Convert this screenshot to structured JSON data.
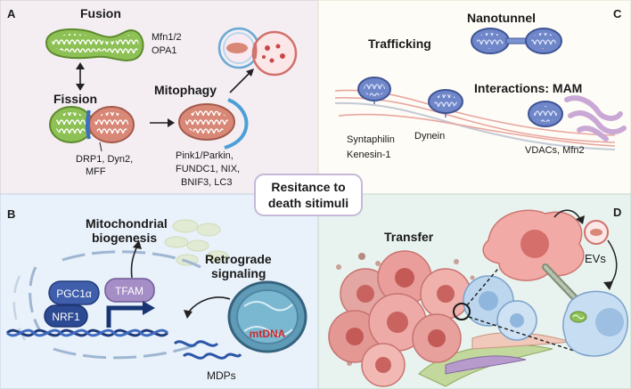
{
  "panels": {
    "a": {
      "letter": "A",
      "fusion": "Fusion",
      "fusion_genes": [
        "Mfn1/2",
        "OPA1"
      ],
      "fission": "Fission",
      "fission_genes": [
        "DRP1, Dyn2,",
        "MFF"
      ],
      "mitophagy": "Mitophagy",
      "mitophagy_genes": [
        "Pink1/Parkin,",
        "FUNDC1, NIX,",
        "BNIF3, LC3"
      ]
    },
    "b": {
      "letter": "B",
      "biogenesis": [
        "Mitochondrial",
        "biogenesis"
      ],
      "pgc": "PGC1α",
      "nrf": "NRF1",
      "tfam": "TFAM",
      "retrograde": [
        "Retrograde",
        "signaling"
      ],
      "mtdna": "mtDNA",
      "mdps": "MDPs"
    },
    "c": {
      "letter": "C",
      "nanotunnel": "Nanotunnel",
      "trafficking": "Trafficking",
      "interactions": "Interactions: MAM",
      "syntaphilin": "Syntaphilin",
      "kenesin": "Kenesin-1",
      "dynein": "Dynein",
      "vdacs": "VDACs, Mfn2"
    },
    "d": {
      "letter": "D",
      "transfer": "Transfer",
      "evs": "EVs"
    }
  },
  "center": {
    "lines": [
      "Resitance to",
      "death sitimuli"
    ]
  },
  "colors": {
    "panel_a": "#f4eef3",
    "panel_b": "#e9f1fa",
    "panel_c": "#fefcf6",
    "panel_d": "#e8f2ee",
    "mito_green": "#8dc155",
    "mito_red": "#d98877",
    "mito_blue": "#6f87c9",
    "mtdna_red": "#cc2a2a",
    "dna_navy": "#1e3a7a"
  }
}
